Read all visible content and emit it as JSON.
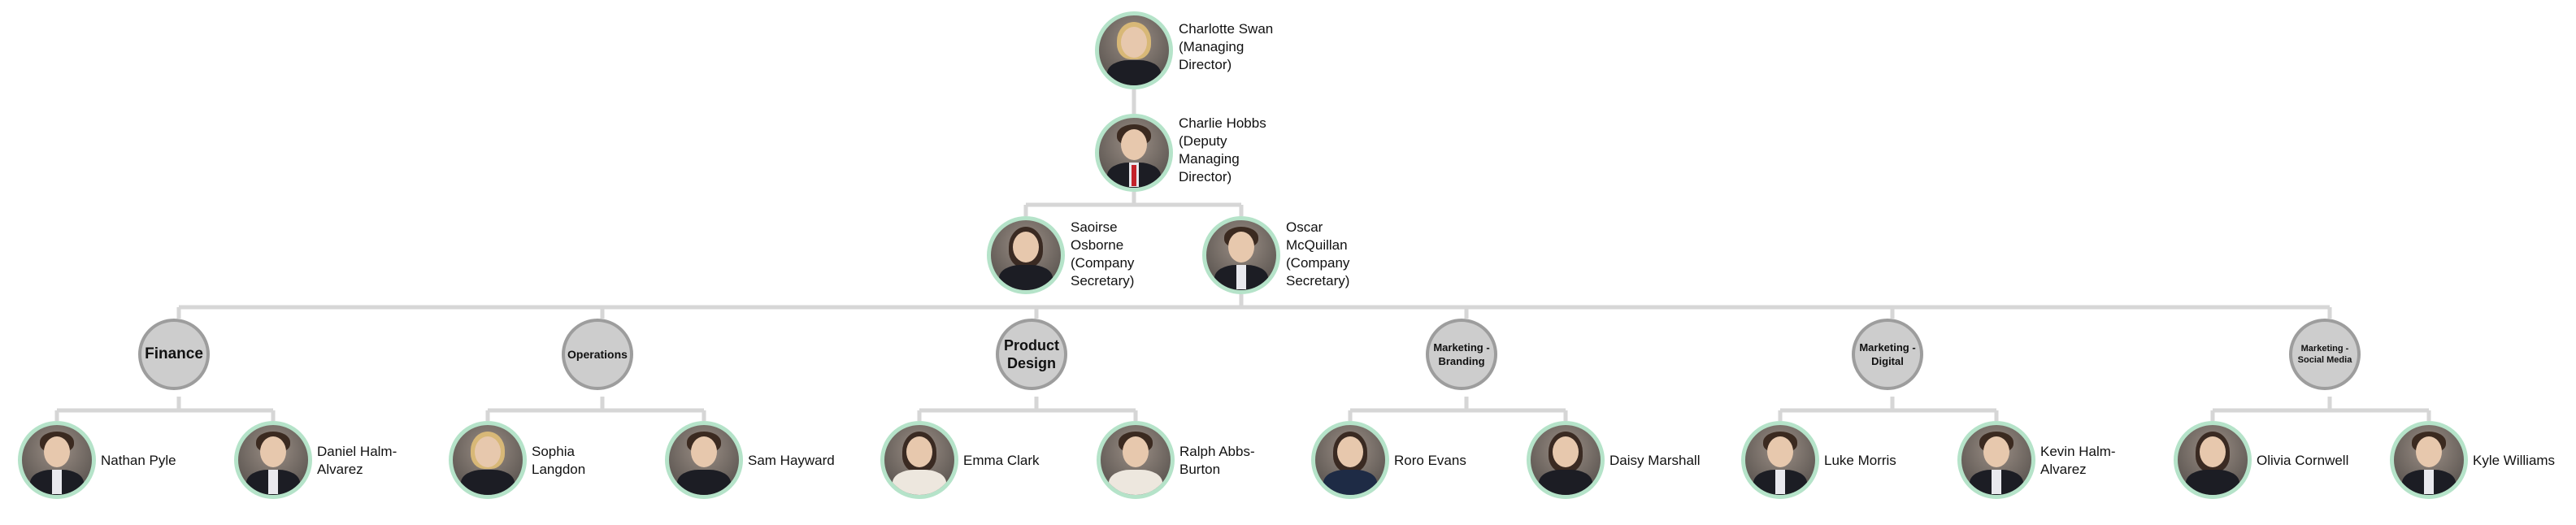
{
  "people": {
    "charlotte": {
      "name": "Charlotte Swan",
      "role_lines": [
        "(Managing",
        "Director)"
      ]
    },
    "charlie": {
      "name": "Charlie Hobbs",
      "role_lines": [
        "(Deputy",
        "Managing",
        "Director)"
      ]
    },
    "saoirse": {
      "name_lines": [
        "Saoirse",
        "Osborne",
        "(Company",
        "Secretary)"
      ]
    },
    "oscar": {
      "name_lines": [
        "Oscar",
        "McQuillan",
        "(Company",
        "Secretary)"
      ]
    },
    "nathan": {
      "name": "Nathan Pyle"
    },
    "daniel": {
      "name_lines": [
        "Daniel Halm-",
        "Alvarez"
      ]
    },
    "sophia": {
      "name_lines": [
        "Sophia",
        "Langdon"
      ]
    },
    "sam": {
      "name": "Sam Hayward"
    },
    "emma": {
      "name": "Emma Clark"
    },
    "ralph": {
      "name_lines": [
        "Ralph Abbs-",
        "Burton"
      ]
    },
    "roro": {
      "name": "Roro Evans"
    },
    "daisy": {
      "name": "Daisy Marshall"
    },
    "luke": {
      "name": "Luke Morris"
    },
    "kevin": {
      "name_lines": [
        "Kevin Halm-",
        "Alvarez"
      ]
    },
    "olivia": {
      "name": "Olivia Cornwell"
    },
    "kyle": {
      "name": "Kyle Williams"
    }
  },
  "departments": {
    "finance": {
      "label_lines": [
        "Finance"
      ]
    },
    "operations": {
      "label_lines": [
        "Operations"
      ]
    },
    "product_design": {
      "label_lines": [
        "Product",
        "Design"
      ]
    },
    "mkt_branding": {
      "label_lines": [
        "Marketing -",
        "Branding"
      ]
    },
    "mkt_digital": {
      "label_lines": [
        "Marketing -",
        "Digital"
      ]
    },
    "mkt_social": {
      "label_lines": [
        "Marketing -",
        "Social Media"
      ]
    }
  },
  "colors": {
    "photo_border": "#b5e3c9",
    "dept_fill": "#cdcdcd",
    "dept_border": "#9d9d9d",
    "connector": "#d6d6d6"
  }
}
